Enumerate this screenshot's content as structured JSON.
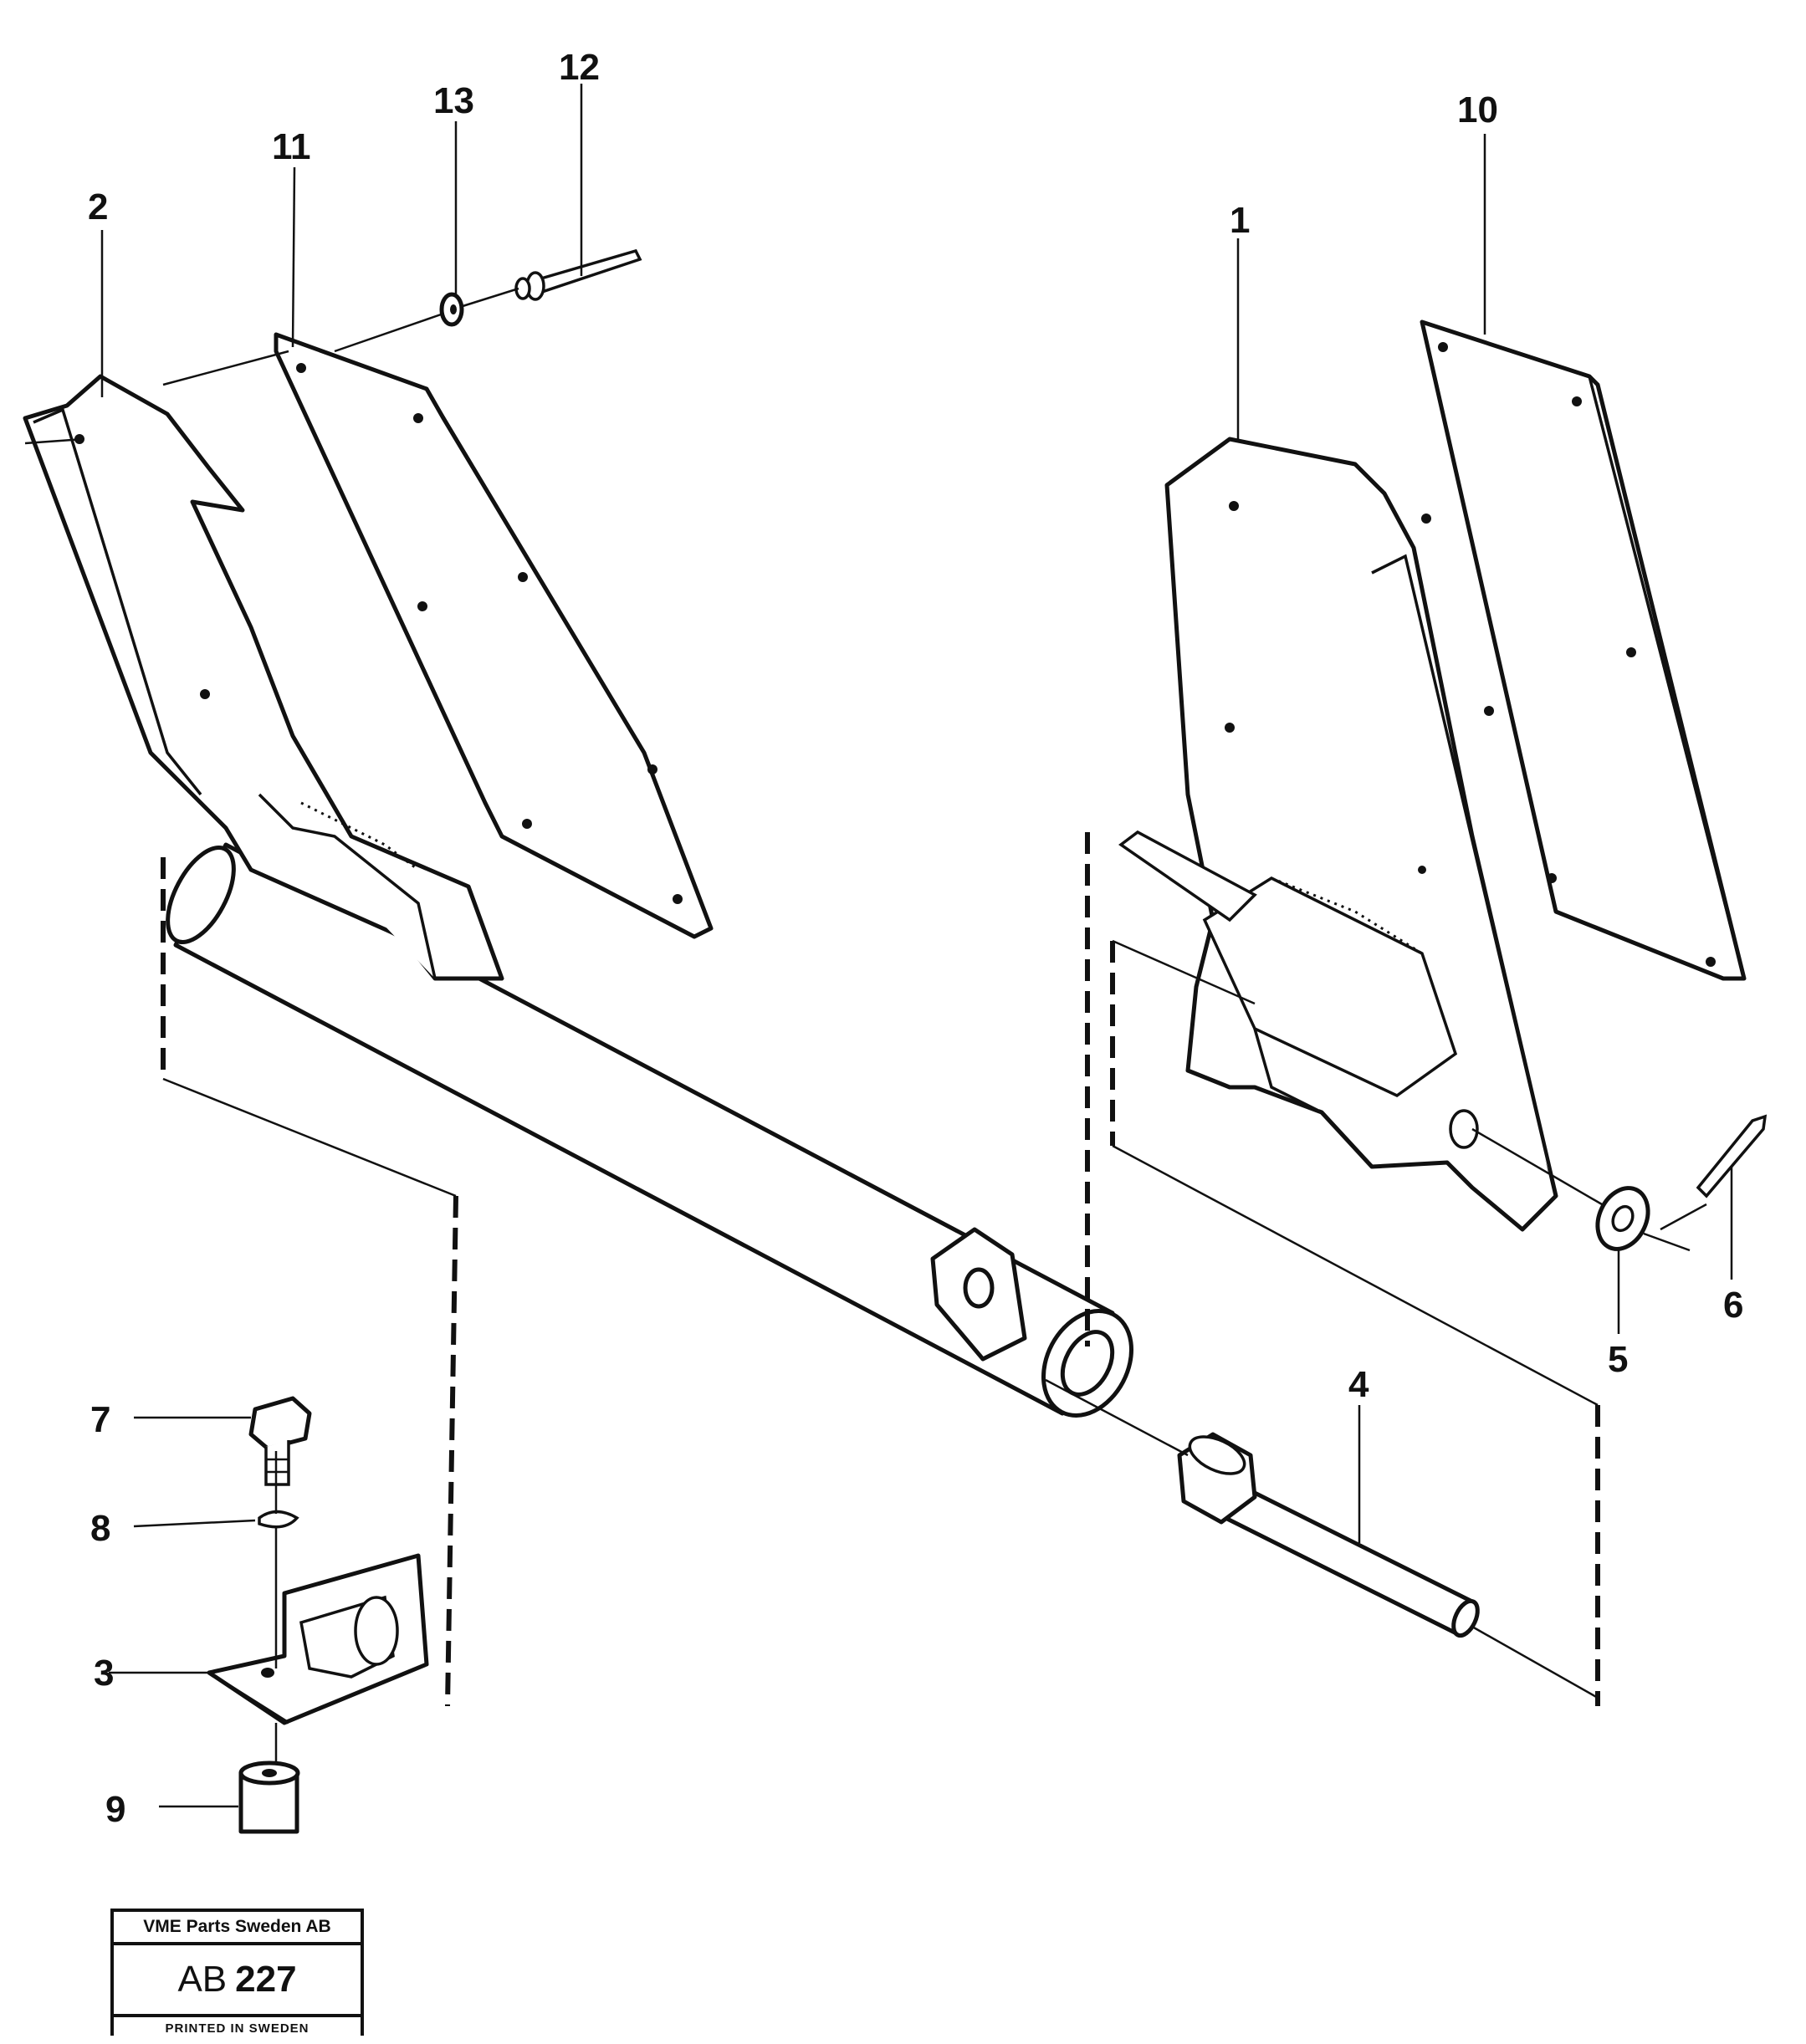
{
  "callouts": [
    {
      "id": "1",
      "label": "1"
    },
    {
      "id": "2",
      "label": "2"
    },
    {
      "id": "3",
      "label": "3"
    },
    {
      "id": "4",
      "label": "4"
    },
    {
      "id": "5",
      "label": "5"
    },
    {
      "id": "6",
      "label": "6"
    },
    {
      "id": "7",
      "label": "7"
    },
    {
      "id": "8",
      "label": "8"
    },
    {
      "id": "9",
      "label": "9"
    },
    {
      "id": "10",
      "label": "10"
    },
    {
      "id": "11",
      "label": "11"
    },
    {
      "id": "12",
      "label": "12"
    },
    {
      "id": "13",
      "label": "13"
    }
  ],
  "stamp": {
    "company": "VME Parts Sweden AB",
    "code_prefix": "AB",
    "code_number": "227",
    "footer": "PRINTED IN SWEDEN"
  },
  "colors": {
    "ink": "#111111",
    "paper": "#ffffff"
  }
}
